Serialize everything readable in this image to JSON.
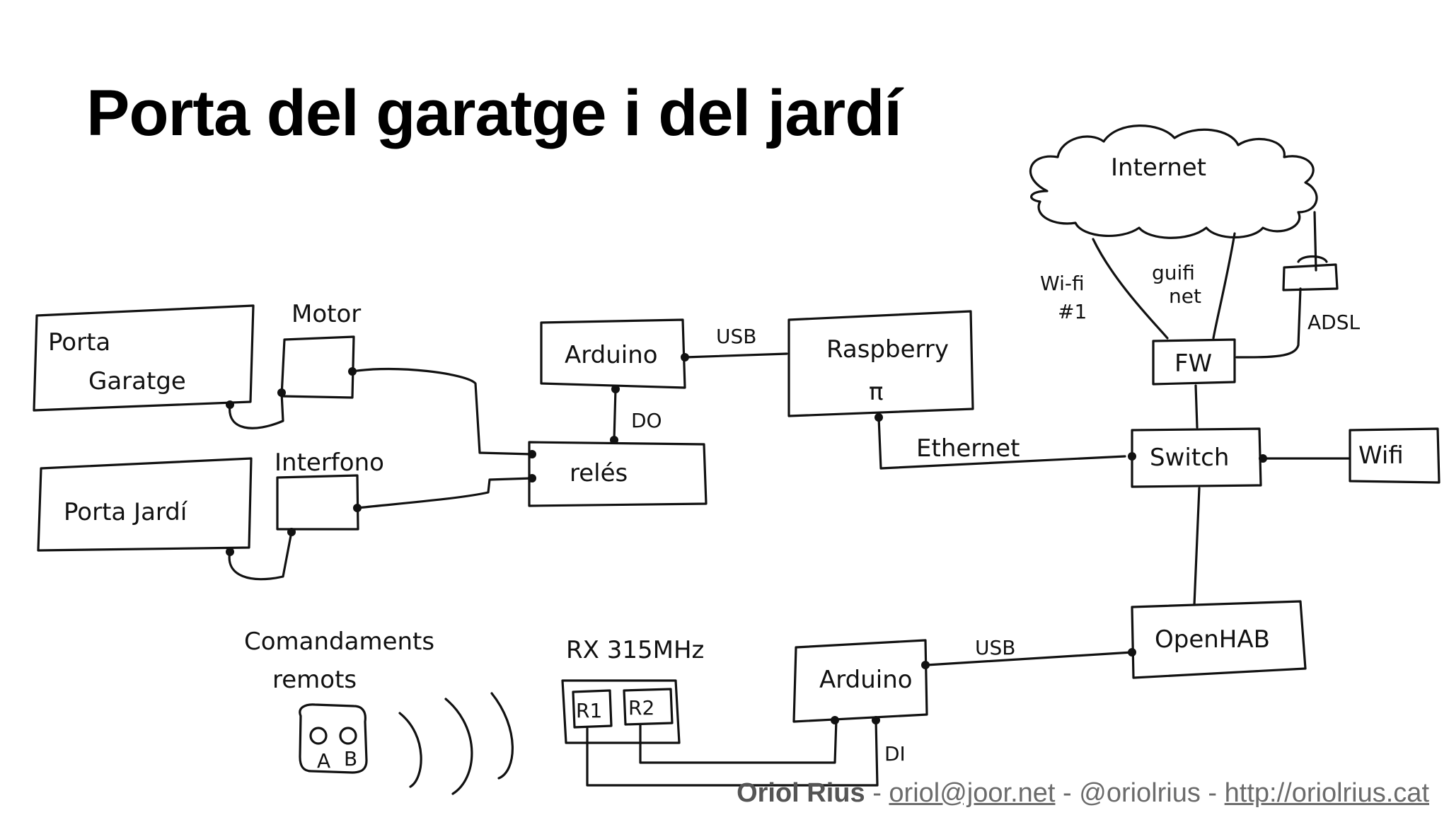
{
  "title": "Porta del garatge i del jardí",
  "nodes": {
    "internet": "Internet",
    "porta_garatge_1": "Porta",
    "porta_garatge_2": "Garatge",
    "motor": "Motor",
    "porta_jardi": "Porta Jardí",
    "interfono": "Interfono",
    "arduino_top": "Arduino",
    "reles": "relés",
    "raspberry": "Raspberry",
    "pi": "π",
    "fw": "FW",
    "switch": "Switch",
    "wifi": "Wifi",
    "openhab": "OpenHAB",
    "arduino_bottom": "Arduino",
    "remotes_1": "Comandaments",
    "remotes_2": "remots",
    "remote_button_a": "A",
    "remote_button_b": "B",
    "rx": "RX 315MHz",
    "r1": "R1",
    "r2": "R2"
  },
  "links": {
    "usb_top": "USB",
    "do": "DO",
    "ethernet": "Ethernet",
    "wifi_1a": "Wi-fi",
    "wifi_1b": "#1",
    "guifi_1": "guifi",
    "guifi_2": "net",
    "adsl": "ADSL",
    "usb_bottom": "USB",
    "di": "DI"
  },
  "footer": {
    "author": "Oriol Rius",
    "sep1": " - ",
    "email": "oriol@joor.net",
    "sep2": " - ",
    "handle": "@oriolrius",
    "sep3": " - ",
    "url": "http://oriolrius.cat"
  }
}
